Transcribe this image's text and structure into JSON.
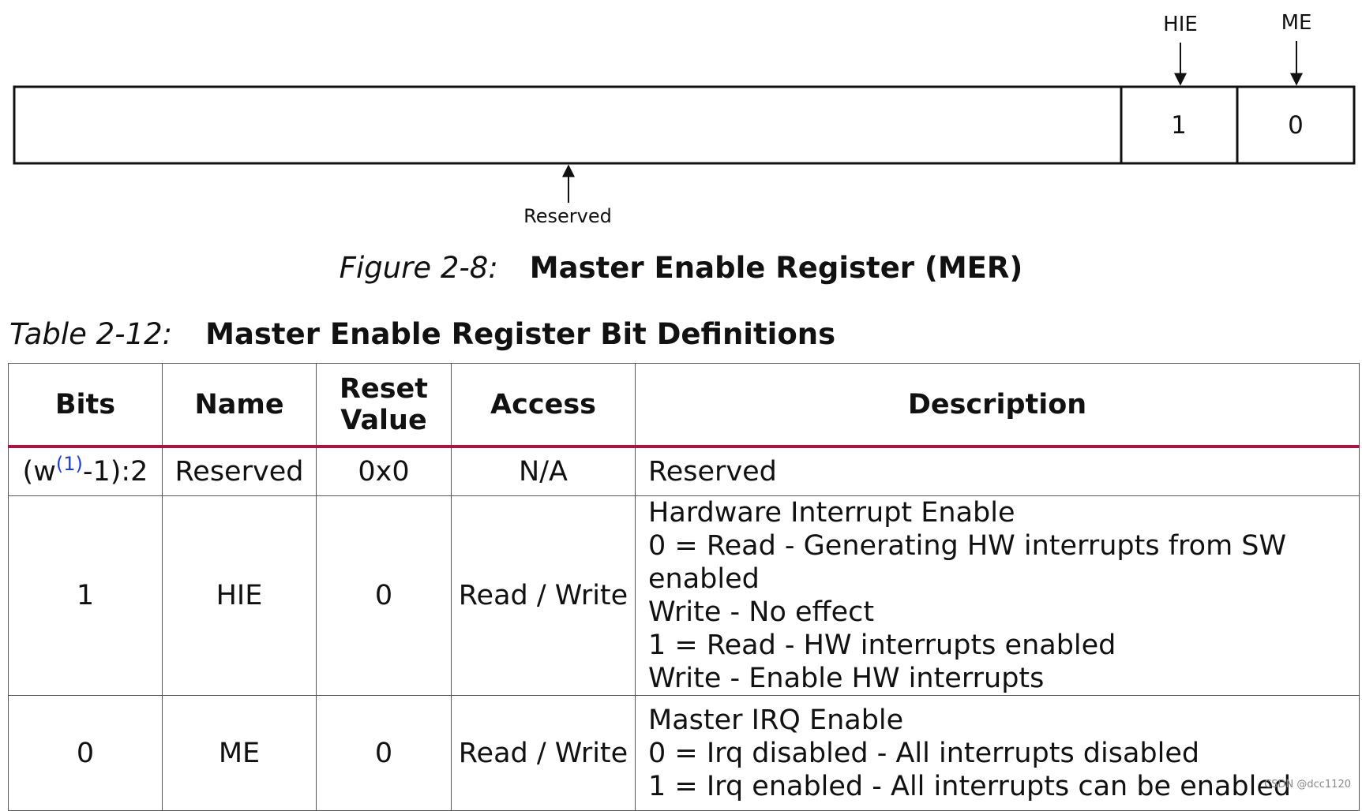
{
  "register": {
    "fields": [
      {
        "label": "Reserved",
        "bit_value": ""
      },
      {
        "label": "HIE",
        "bit_value": "1"
      },
      {
        "label": "ME",
        "bit_value": "0"
      }
    ]
  },
  "figure_caption": {
    "label": "Figure 2-8:",
    "title": "Master Enable Register (MER)"
  },
  "table_caption": {
    "label": "Table 2-12:",
    "title": "Master Enable Register Bit Definitions"
  },
  "table": {
    "headers": {
      "bits": "Bits",
      "name": "Name",
      "reset_line1": "Reset",
      "reset_line2": "Value",
      "access": "Access",
      "description": "Description"
    },
    "rows": [
      {
        "bits_prefix": "(w",
        "bits_note": "(1)",
        "bits_suffix": "-1):2",
        "name": "Reserved",
        "reset": "0x0",
        "access": "N/A",
        "desc": [
          "Reserved"
        ]
      },
      {
        "bits": "1",
        "name": "HIE",
        "reset": "0",
        "access": "Read / Write",
        "desc": [
          "Hardware Interrupt Enable",
          "0 = Read - Generating HW interrupts from SW enabled",
          "Write - No effect",
          "1 = Read - HW interrupts enabled",
          "Write - Enable HW interrupts"
        ]
      },
      {
        "bits": "0",
        "name": "ME",
        "reset": "0",
        "access": "Read / Write",
        "desc": [
          "Master IRQ Enable",
          "0 = Irq disabled - All interrupts disabled",
          "1 = Irq enabled - All interrupts can be enabled"
        ]
      }
    ]
  },
  "watermark": "CSDN @dcc1120"
}
